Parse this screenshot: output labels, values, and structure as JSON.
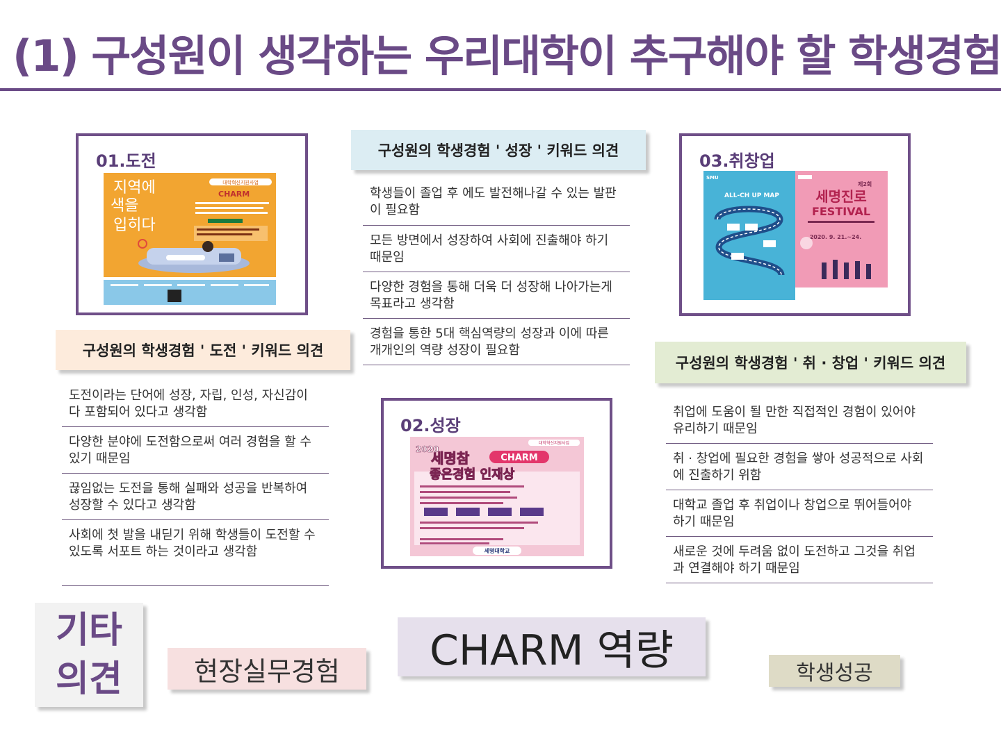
{
  "title": "(1) 구성원이 생각하는 우리대학이 추구해야 할 학생경험",
  "sections": {
    "challenge": {
      "label": "01.도전",
      "keyword_heading": "구성원의 학생경험 ' 도전 ' 키워드 의견",
      "opinions": [
        "도전이라는 단어에 성장, 자립, 인성, 자신감이 다 포함되어 있다고 생각함",
        "다양한 분야에 도전함으로써 여러 경험을 할 수 있기 때문임",
        "끊임없는 도전을 통해 실패와 성공을 반복하여 성장할 수 있다고 생각함",
        "사회에 첫 발을 내딛기 위해 학생들이 도전할 수 있도록 서포트 하는 것이라고 생각함"
      ],
      "poster": {
        "headline": [
          "지역에",
          "색을",
          "입히다"
        ],
        "ribbon": "대학혁신지원사업",
        "brand": "CHARM"
      }
    },
    "growth": {
      "label": "02.성장",
      "keyword_heading": "구성원의 학생경험 ' 성장 ' 키워드 의견",
      "opinions": [
        "학생들이 졸업 후 에도 발전해나갈 수 있는 발판이 필요함",
        "모든 방면에서 성장하여 사회에 진출해야 하기 때문임",
        "다양한 경험을 통해 더욱 더 성장해 나아가는게 목표라고 생각함",
        "경험을 통한 5대 핵심역량의 성장과 이에 따른 개개인의 역량 성장이 필요함"
      ],
      "poster": {
        "year": "2020",
        "line1": "세명참",
        "brand": "CHARM",
        "line2": "좋은경험 인재상",
        "ribbon": "대학혁신지원사업",
        "footer": "세명대학교"
      }
    },
    "career": {
      "label": "03.취창업",
      "keyword_heading": "구성원의 학생경험 ' 취 · 창업 ' 키워드 의견",
      "opinions": [
        "취업에 도움이 될 만한 직접적인 경험이 있어야 유리하기 때문임",
        "취 · 창업에 필요한 경험을 쌓아 성공적으로 사회에 진출하기 위함",
        "대학교 졸업 후 취업이나 창업으로 뛰어들어야 하기 때문임",
        "새로운 것에 두려움 없이 도전하고 그것을 취업과 연결해야 하기 때문임"
      ],
      "poster": {
        "left_title": "ALL-CH UP MAP",
        "right_round": "제2회",
        "right_title": "세명진로",
        "right_sub": "FESTIVAL",
        "date": "2020. 9. 21.~24.",
        "logo": "SMU"
      }
    }
  },
  "other_opinions": {
    "label": "기타 의견",
    "tags": [
      "현장실무경험",
      "CHARM 역량",
      "학생성공"
    ]
  },
  "colors": {
    "primary": "#6a4a86",
    "challenge_heading_bg": "#fdebdc",
    "growth_heading_bg": "#dcedf3",
    "career_heading_bg": "#e3ecd3",
    "tag_pink": "#f7e0e0",
    "tag_lavender": "#e6e0ec",
    "tag_khaki": "#dedbc6"
  }
}
